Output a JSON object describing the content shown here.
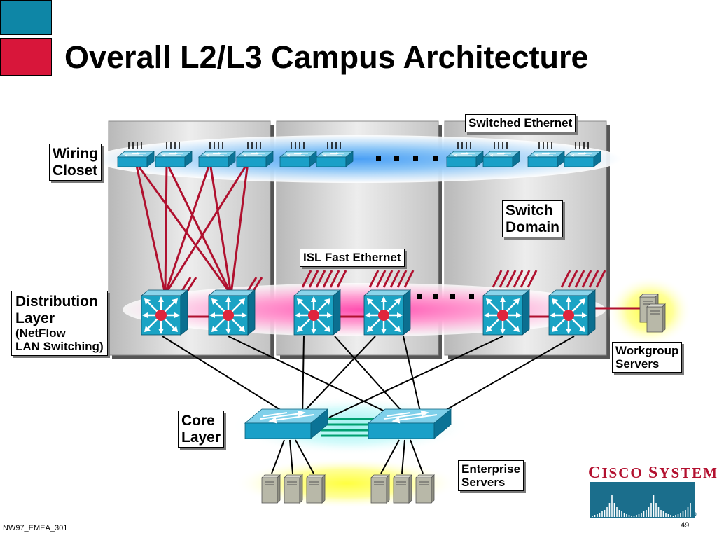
{
  "slide": {
    "title": "Overall L2/L3 Campus Architecture",
    "footer": "NW97_EMEA_301",
    "page_number": "49"
  },
  "labels": {
    "switched_ethernet": "Switched Ethernet",
    "isl_fast_ethernet": "ISL Fast Ethernet",
    "wiring_closet": [
      "Wiring",
      "Closet"
    ],
    "switch_domain": [
      "Switch",
      "Domain"
    ],
    "distribution_layer": [
      "Distribution",
      "Layer",
      "(NetFlow",
      "LAN Switching)"
    ],
    "workgroup_servers": [
      "Workgroup",
      "Servers"
    ],
    "core_layer": [
      "Core",
      "Layer"
    ],
    "enterprise_servers": [
      "Enterprise",
      "Servers"
    ]
  },
  "logo": {
    "wordmark": "Cisco Systems",
    "brand_color": "#b3102f",
    "bars_color": "#1b6e8c"
  },
  "colors": {
    "accent_blue": "#0e86a6",
    "accent_red": "#d8163a",
    "switch_blue": "#1aa0c8",
    "router_cyan": "#1aa3c4",
    "link_red": "#b0102e",
    "core_link_green": "#00a070",
    "server_gray": "#b8b8a8"
  }
}
